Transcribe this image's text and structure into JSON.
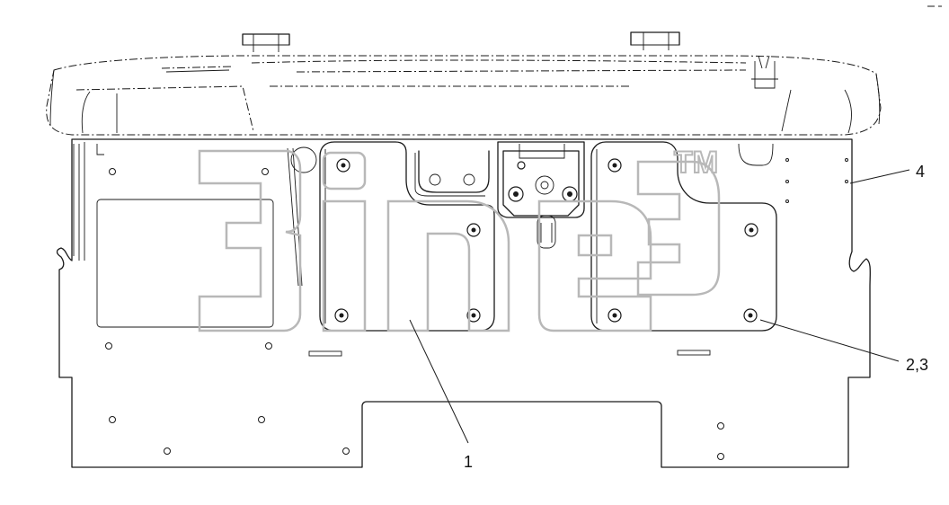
{
  "callouts": [
    {
      "id": "part-1",
      "text": "1"
    },
    {
      "id": "part-2-3",
      "text": "2,3"
    },
    {
      "id": "part-4",
      "text": "4"
    }
  ],
  "watermark": {
    "text": "3ine",
    "trademark": "TM"
  },
  "colors": {
    "line": "#1a1a1a",
    "watermark": "#b8b8b8",
    "background": "#ffffff"
  }
}
